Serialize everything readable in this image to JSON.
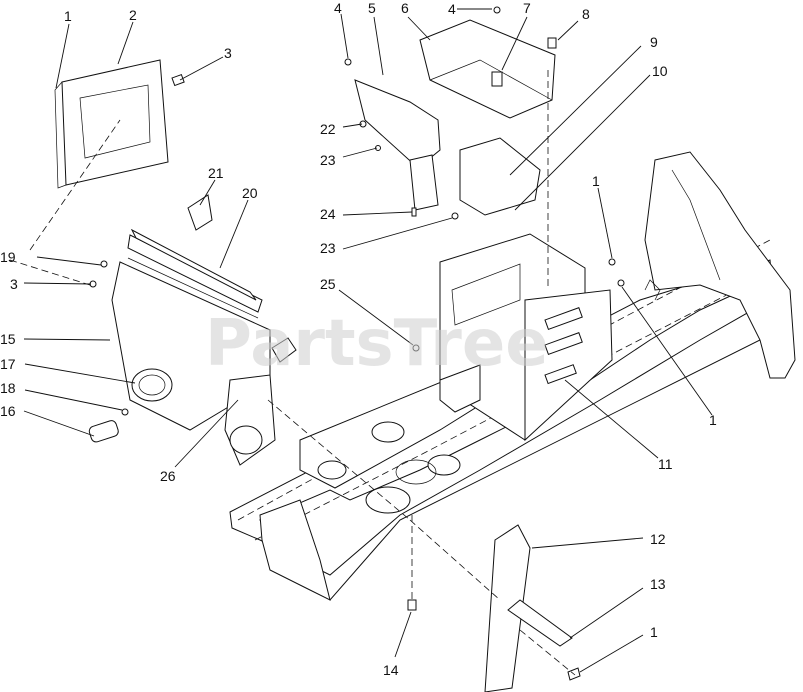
{
  "watermark": "PartsTree",
  "callouts": {
    "c1a": "1",
    "c2": "2",
    "c3a": "3",
    "c4a": "4",
    "c4b": "4",
    "c5": "5",
    "c6": "6",
    "c7": "7",
    "c8": "8",
    "c9": "9",
    "c10": "10",
    "c1b": "1",
    "c21": "21",
    "c20": "20",
    "c22": "22",
    "c23a": "23",
    "c24": "24",
    "c23b": "23",
    "c19": "19",
    "c3b": "3",
    "c25": "25",
    "c15": "15",
    "c17": "17",
    "c18": "18",
    "c16": "16",
    "c26": "26",
    "c1c": "1",
    "c11": "11",
    "c12": "12",
    "c13": "13",
    "c1d": "1",
    "c14": "14"
  }
}
